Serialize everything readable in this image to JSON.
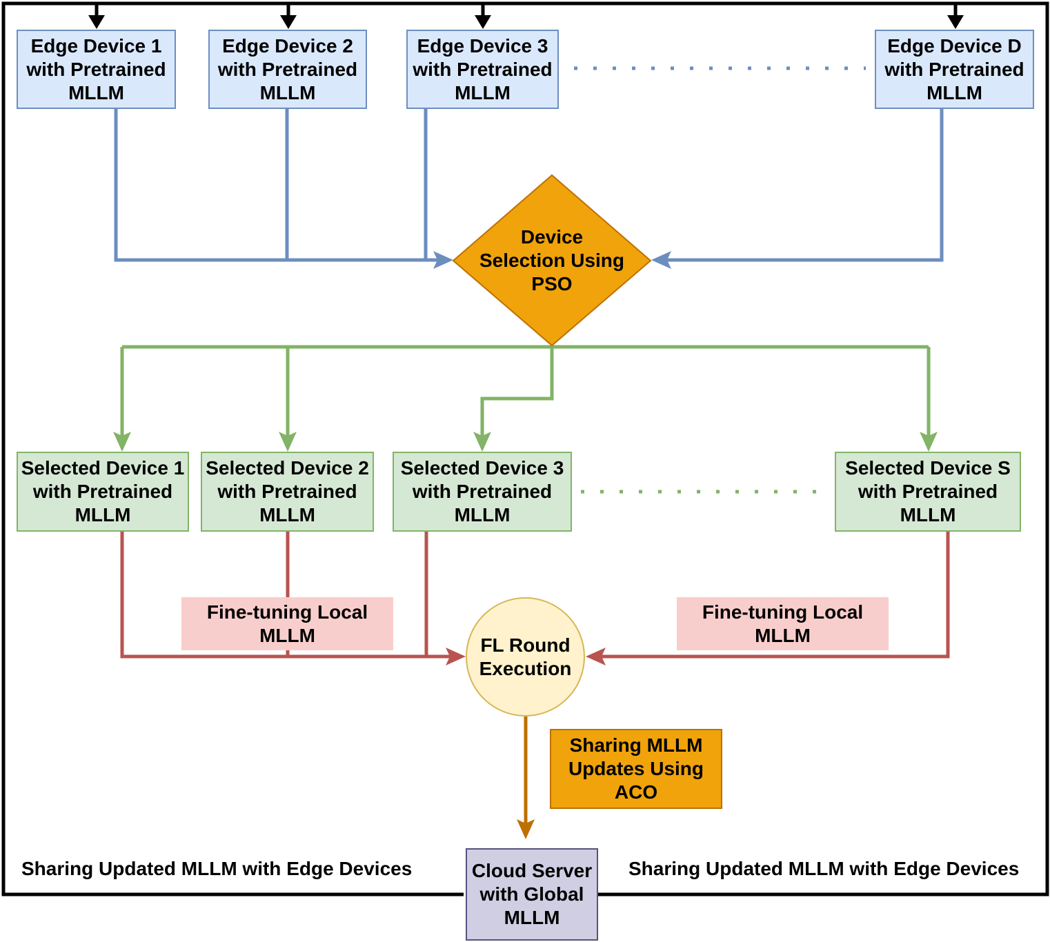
{
  "edge_devices": [
    {
      "line1": "Edge Device 1",
      "line2": "with Pretrained",
      "line3": "MLLM"
    },
    {
      "line1": "Edge Device 2",
      "line2": "with Pretrained",
      "line3": "MLLM"
    },
    {
      "line1": "Edge Device 3",
      "line2": "with Pretrained",
      "line3": "MLLM"
    },
    {
      "line1": "Edge Device D",
      "line2": "with Pretrained",
      "line3": "MLLM"
    }
  ],
  "pso": {
    "line1": "Device",
    "line2": "Selection Using",
    "line3": "PSO"
  },
  "selected_devices": [
    {
      "line1": "Selected Device 1",
      "line2": "with Pretrained",
      "line3": "MLLM"
    },
    {
      "line1": "Selected Device 2",
      "line2": "with Pretrained",
      "line3": "MLLM"
    },
    {
      "line1": "Selected Device 3",
      "line2": "with Pretrained",
      "line3": "MLLM"
    },
    {
      "line1": "Selected Device S",
      "line2": "with Pretrained",
      "line3": "MLLM"
    }
  ],
  "finetune_labels": [
    {
      "line1": "Fine-tuning Local",
      "line2": "MLLM"
    },
    {
      "line1": "Fine-tuning Local",
      "line2": "MLLM"
    }
  ],
  "fl_round": {
    "line1": "FL Round",
    "line2": "Execution"
  },
  "aco": {
    "line1": "Sharing MLLM",
    "line2": "Updates Using",
    "line3": "ACO"
  },
  "cloud": {
    "line1": "Cloud Server",
    "line2": "with Global",
    "line3": "MLLM"
  },
  "sharing_labels": {
    "left": "Sharing Updated MLLM with Edge Devices",
    "right": "Sharing Updated MLLM with Edge Devices"
  },
  "colors": {
    "edge_fill": "#dae8fc",
    "edge_stroke": "#6c8ebf",
    "selected_fill": "#d5e8d4",
    "selected_stroke": "#82b366",
    "pso_fill": "#f0a30a",
    "pso_stroke": "#bd7000",
    "red_fill": "#f8cecc",
    "red_stroke": "#b85450",
    "fl_fill": "#fff2cc",
    "fl_stroke": "#d6b656",
    "cloud_fill": "#d0cee2",
    "cloud_stroke": "#56517e",
    "feedback": "#000000"
  }
}
